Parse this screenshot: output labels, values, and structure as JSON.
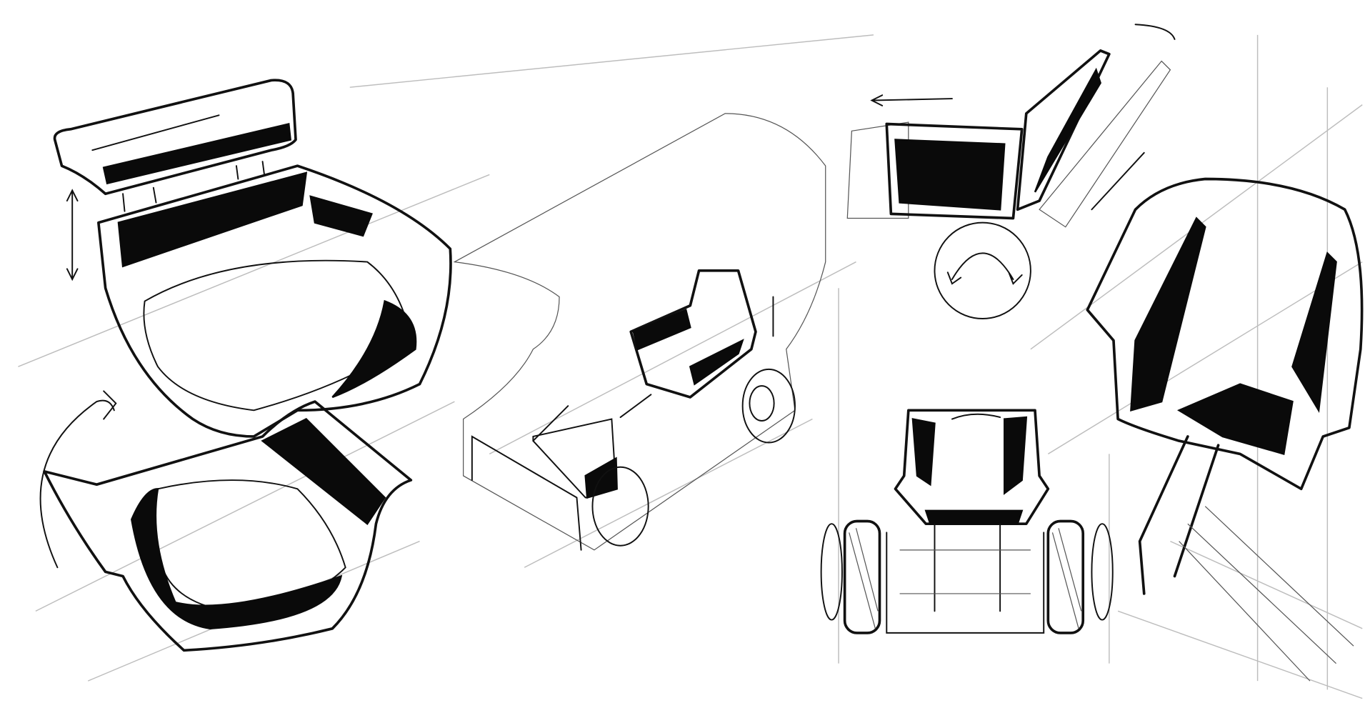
{
  "colors": {
    "ink": "#111111",
    "guide": "#bdbdbd"
  },
  "sketches": [
    {
      "name": "seat-with-headrest"
    },
    {
      "name": "flipped-seat-shell"
    },
    {
      "name": "vehicle-body"
    },
    {
      "name": "folding-seat-with-wheel"
    },
    {
      "name": "wheelchair-front-view"
    },
    {
      "name": "seat-perspective-view"
    }
  ]
}
